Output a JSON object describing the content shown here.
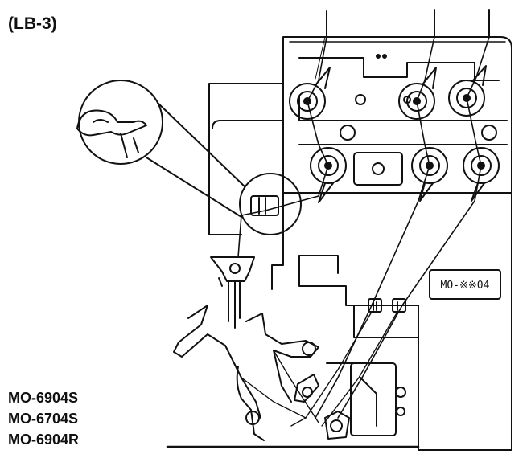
{
  "diagram": {
    "title": "(LB-3)",
    "models": [
      "MO-6904S",
      "MO-6704S",
      "MO-6904R"
    ],
    "plate_label": "MO-※※04"
  }
}
